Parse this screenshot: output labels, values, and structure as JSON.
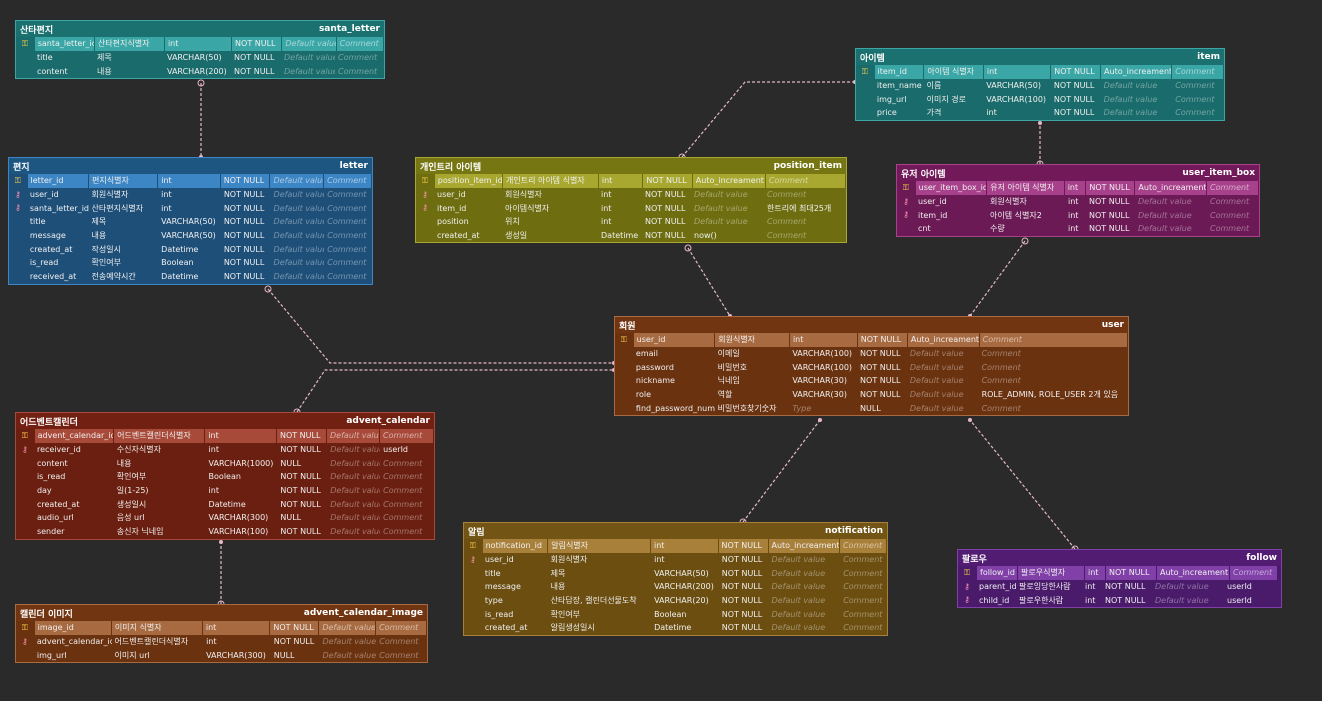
{
  "tables": [
    {
      "id": "santa_letter",
      "kr": "산타편지",
      "en": "santa_letter",
      "color": "#1a6b6b",
      "header": "#1b7070",
      "pkcolor": "#3aa6a6",
      "cols": [
        {
          "k": "pk",
          "name": "santa_letter_id",
          "label": "산타편지식별자",
          "type": "int",
          "nn": "NOT NULL",
          "def": "Default value",
          "cm": "Comment"
        },
        {
          "k": "",
          "name": "title",
          "label": "제목",
          "type": "VARCHAR(50)",
          "nn": "NOT NULL",
          "def": "Default value",
          "cm": "Comment"
        },
        {
          "k": "",
          "name": "content",
          "label": "내용",
          "type": "VARCHAR(200)",
          "nn": "NOT NULL",
          "def": "Default value",
          "cm": "Comment"
        }
      ]
    },
    {
      "id": "letter",
      "kr": "편지",
      "en": "letter",
      "color": "#1e4f79",
      "header": "#1e5682",
      "pkcolor": "#3d86c6",
      "cols": [
        {
          "k": "pk",
          "name": "letter_id",
          "label": "편지식별자",
          "type": "int",
          "nn": "NOT NULL",
          "def": "Default value",
          "cm": "Comment"
        },
        {
          "k": "fk",
          "name": "user_id",
          "label": "회원식별자",
          "type": "int",
          "nn": "NOT NULL",
          "def": "Default value",
          "cm": "Comment"
        },
        {
          "k": "fk",
          "name": "santa_letter_id",
          "label": "산타편지식별자",
          "type": "int",
          "nn": "NOT NULL",
          "def": "Default value",
          "cm": "Comment"
        },
        {
          "k": "",
          "name": "title",
          "label": "제목",
          "type": "VARCHAR(50)",
          "nn": "NOT NULL",
          "def": "Default value",
          "cm": "Comment"
        },
        {
          "k": "",
          "name": "message",
          "label": "내용",
          "type": "VARCHAR(50)",
          "nn": "NOT NULL",
          "def": "Default value",
          "cm": "Comment"
        },
        {
          "k": "",
          "name": "created_at",
          "label": "작성일시",
          "type": "Datetime",
          "nn": "NOT NULL",
          "def": "Default value",
          "cm": "Comment"
        },
        {
          "k": "",
          "name": "is_read",
          "label": "확인여부",
          "type": "Boolean",
          "nn": "NOT NULL",
          "def": "Default value",
          "cm": "Comment"
        },
        {
          "k": "",
          "name": "received_at",
          "label": "전송예약시간",
          "type": "Datetime",
          "nn": "NOT NULL",
          "def": "Default value",
          "cm": "Comment"
        }
      ]
    },
    {
      "id": "position_item",
      "kr": "개인트리 아이템",
      "en": "position_item",
      "color": "#6e6e10",
      "header": "#767612",
      "pkcolor": "#a8a830",
      "cols": [
        {
          "k": "pk",
          "name": "position_item_id",
          "label": "개인트리 아이템 식별자",
          "type": "int",
          "nn": "NOT NULL",
          "def": "Auto_increament",
          "cm": "Comment"
        },
        {
          "k": "fk",
          "name": "user_id",
          "label": "회원식별자",
          "type": "int",
          "nn": "NOT NULL",
          "def": "Default value",
          "cm": "Comment"
        },
        {
          "k": "fk",
          "name": "item_id",
          "label": "아이템식별자",
          "type": "int",
          "nn": "NOT NULL",
          "def": "Default value",
          "cm": "한트리에 최대25개"
        },
        {
          "k": "",
          "name": "position",
          "label": "위치",
          "type": "int",
          "nn": "NOT NULL",
          "def": "Default value",
          "cm": "Comment"
        },
        {
          "k": "",
          "name": "created_at",
          "label": "생성일",
          "type": "Datetime",
          "nn": "NOT NULL",
          "def": "now()",
          "cm": "Comment"
        }
      ]
    },
    {
      "id": "item",
      "kr": "아이템",
      "en": "item",
      "color": "#1a6b6b",
      "header": "#1b7070",
      "pkcolor": "#3aa6a6",
      "cols": [
        {
          "k": "pk",
          "name": "item_id",
          "label": "아이템 식별자",
          "type": "int",
          "nn": "NOT NULL",
          "def": "Auto_increament",
          "cm": "Comment"
        },
        {
          "k": "",
          "name": "item_name",
          "label": "이름",
          "type": "VARCHAR(50)",
          "nn": "NOT NULL",
          "def": "Default value",
          "cm": "Comment"
        },
        {
          "k": "",
          "name": "img_url",
          "label": "이미지 경로",
          "type": "VARCHAR(100)",
          "nn": "NOT NULL",
          "def": "Default value",
          "cm": "Comment"
        },
        {
          "k": "",
          "name": "price",
          "label": "가격",
          "type": "int",
          "nn": "NOT NULL",
          "def": "Default value",
          "cm": "Comment"
        }
      ]
    },
    {
      "id": "user_item_box",
      "kr": "유저 아이템",
      "en": "user_item_box",
      "color": "#6b1a55",
      "header": "#72195a",
      "pkcolor": "#a8418c",
      "cols": [
        {
          "k": "pk",
          "name": "user_item_box_id",
          "label": "유저 아이템 식별자",
          "type": "int",
          "nn": "NOT NULL",
          "def": "Auto_increament",
          "cm": "Comment"
        },
        {
          "k": "fk",
          "name": "user_id",
          "label": "회원식별자",
          "type": "int",
          "nn": "NOT NULL",
          "def": "Default value",
          "cm": "Comment"
        },
        {
          "k": "fk",
          "name": "item_id",
          "label": "아이템 식별자2",
          "type": "int",
          "nn": "NOT NULL",
          "def": "Default value",
          "cm": "Comment"
        },
        {
          "k": "",
          "name": "cnt",
          "label": "수량",
          "type": "int",
          "nn": "NOT NULL",
          "def": "Default value",
          "cm": "Comment"
        }
      ]
    },
    {
      "id": "user",
      "kr": "회원",
      "en": "user",
      "color": "#6b3210",
      "header": "#723512",
      "pkcolor": "#a86a40",
      "cols": [
        {
          "k": "pk",
          "name": "user_id",
          "label": "회원식별자",
          "type": "int",
          "nn": "NOT NULL",
          "def": "Auto_increament",
          "cm": "Comment"
        },
        {
          "k": "",
          "name": "email",
          "label": "이메일",
          "type": "VARCHAR(100)",
          "nn": "NOT NULL",
          "def": "Default value",
          "cm": "Comment"
        },
        {
          "k": "",
          "name": "password",
          "label": "비밀번호",
          "type": "VARCHAR(100)",
          "nn": "NOT NULL",
          "def": "Default value",
          "cm": "Comment"
        },
        {
          "k": "",
          "name": "nickname",
          "label": "닉네임",
          "type": "VARCHAR(30)",
          "nn": "NOT NULL",
          "def": "Default value",
          "cm": "Comment"
        },
        {
          "k": "",
          "name": "role",
          "label": "역할",
          "type": "VARCHAR(30)",
          "nn": "NOT NULL",
          "def": "Default value",
          "cm": "ROLE_ADMIN, ROLE_USER 2개 있음"
        },
        {
          "k": "",
          "name": "find_password_num",
          "label": "비밀번호찾기숫자",
          "type": "Type",
          "nn": "NULL",
          "def": "Default value",
          "cm": "Comment"
        }
      ]
    },
    {
      "id": "advent_calendar",
      "kr": "어드벤트캘린더",
      "en": "advent_calendar",
      "color": "#6b1f10",
      "header": "#722012",
      "pkcolor": "#a84a3a",
      "cols": [
        {
          "k": "pk",
          "name": "advent_calendar_id",
          "label": "어드벤트캘린더식별자",
          "type": "int",
          "nn": "NOT NULL",
          "def": "Default value",
          "cm": "Comment"
        },
        {
          "k": "fk",
          "name": "receiver_id",
          "label": "수신자식별자",
          "type": "int",
          "nn": "NOT NULL",
          "def": "Default value",
          "cm": "userId"
        },
        {
          "k": "",
          "name": "content",
          "label": "내용",
          "type": "VARCHAR(1000)",
          "nn": "NULL",
          "def": "Default value",
          "cm": "Comment"
        },
        {
          "k": "",
          "name": "is_read",
          "label": "확인여부",
          "type": "Boolean",
          "nn": "NOT NULL",
          "def": "Default value",
          "cm": "Comment"
        },
        {
          "k": "",
          "name": "day",
          "label": "일(1-25)",
          "type": "int",
          "nn": "NOT NULL",
          "def": "Default value",
          "cm": "Comment"
        },
        {
          "k": "",
          "name": "created_at",
          "label": "생성일시",
          "type": "Datetime",
          "nn": "NOT NULL",
          "def": "Default value",
          "cm": "Comment"
        },
        {
          "k": "",
          "name": "audio_url",
          "label": "음성 url",
          "type": "VARCHAR(300)",
          "nn": "NULL",
          "def": "Default value",
          "cm": "Comment"
        },
        {
          "k": "",
          "name": "sender",
          "label": "송신자 닉네임",
          "type": "VARCHAR(100)",
          "nn": "NOT NULL",
          "def": "Default value",
          "cm": "Comment"
        }
      ]
    },
    {
      "id": "notification",
      "kr": "알림",
      "en": "notification",
      "color": "#6b4e10",
      "header": "#725414",
      "pkcolor": "#a8803a",
      "cols": [
        {
          "k": "pk",
          "name": "notification_id",
          "label": "알림식별자",
          "type": "int",
          "nn": "NOT NULL",
          "def": "Auto_increament",
          "cm": "Comment"
        },
        {
          "k": "fk",
          "name": "user_id",
          "label": "회원식별자",
          "type": "int",
          "nn": "NOT NULL",
          "def": "Default value",
          "cm": "Comment"
        },
        {
          "k": "",
          "name": "title",
          "label": "제목",
          "type": "VARCHAR(50)",
          "nn": "NOT NULL",
          "def": "Default value",
          "cm": "Comment"
        },
        {
          "k": "",
          "name": "message",
          "label": "내용",
          "type": "VARCHAR(200)",
          "nn": "NOT NULL",
          "def": "Default value",
          "cm": "Comment"
        },
        {
          "k": "",
          "name": "type",
          "label": "산타답장, 캘린더선물도착",
          "type": "VARCHAR(20)",
          "nn": "NOT NULL",
          "def": "Default value",
          "cm": "Comment"
        },
        {
          "k": "",
          "name": "is_read",
          "label": "확인여부",
          "type": "Boolean",
          "nn": "NOT NULL",
          "def": "Default value",
          "cm": "Comment"
        },
        {
          "k": "",
          "name": "created_at",
          "label": "알림생성일시",
          "type": "Datetime",
          "nn": "NOT NULL",
          "def": "Default value",
          "cm": "Comment"
        }
      ]
    },
    {
      "id": "follow",
      "kr": "팔로우",
      "en": "follow",
      "color": "#4a1a6b",
      "header": "#521c72",
      "pkcolor": "#8040a8",
      "cols": [
        {
          "k": "pk",
          "name": "follow_id",
          "label": "팔로우식별자",
          "type": "int",
          "nn": "NOT NULL",
          "def": "Auto_increament",
          "cm": "Comment"
        },
        {
          "k": "fk",
          "name": "parent_id",
          "label": "팔로잉당한사람",
          "type": "int",
          "nn": "NOT NULL",
          "def": "Default value",
          "cm": "userId"
        },
        {
          "k": "fk",
          "name": "child_id",
          "label": "팔로우한사람",
          "type": "int",
          "nn": "NOT NULL",
          "def": "Default value",
          "cm": "userId"
        }
      ]
    },
    {
      "id": "advent_calendar_image",
      "kr": "캘린더 이미지",
      "en": "advent_calendar_image",
      "color": "#6b3210",
      "header": "#723512",
      "pkcolor": "#a86a40",
      "cols": [
        {
          "k": "pk",
          "name": "image_id",
          "label": "이미지 식별자",
          "type": "int",
          "nn": "NOT NULL",
          "def": "Default value",
          "cm": "Comment"
        },
        {
          "k": "fk",
          "name": "advent_calendar_id",
          "label": "어드벤트캘린더식별자",
          "type": "int",
          "nn": "NOT NULL",
          "def": "Default value",
          "cm": "Comment"
        },
        {
          "k": "",
          "name": "img_url",
          "label": "이미지 url",
          "type": "VARCHAR(300)",
          "nn": "NULL",
          "def": "Default value",
          "cm": "Comment"
        }
      ]
    }
  ],
  "relations": [
    {
      "from": "santa_letter",
      "to": "letter"
    },
    {
      "from": "letter",
      "to": "user"
    },
    {
      "from": "advent_calendar",
      "to": "user"
    },
    {
      "from": "position_item",
      "to": "item"
    },
    {
      "from": "position_item",
      "to": "user"
    },
    {
      "from": "user_item_box",
      "to": "item"
    },
    {
      "from": "user_item_box",
      "to": "user"
    },
    {
      "from": "notification",
      "to": "user"
    },
    {
      "from": "follow",
      "to": "user"
    },
    {
      "from": "advent_calendar_image",
      "to": "advent_calendar"
    }
  ],
  "colors": {
    "background": "#2a2a2a",
    "relation_line": "#e8b8c8"
  },
  "icons": {
    "primary_key": "key-icon",
    "foreign_key": "link-key-icon"
  }
}
